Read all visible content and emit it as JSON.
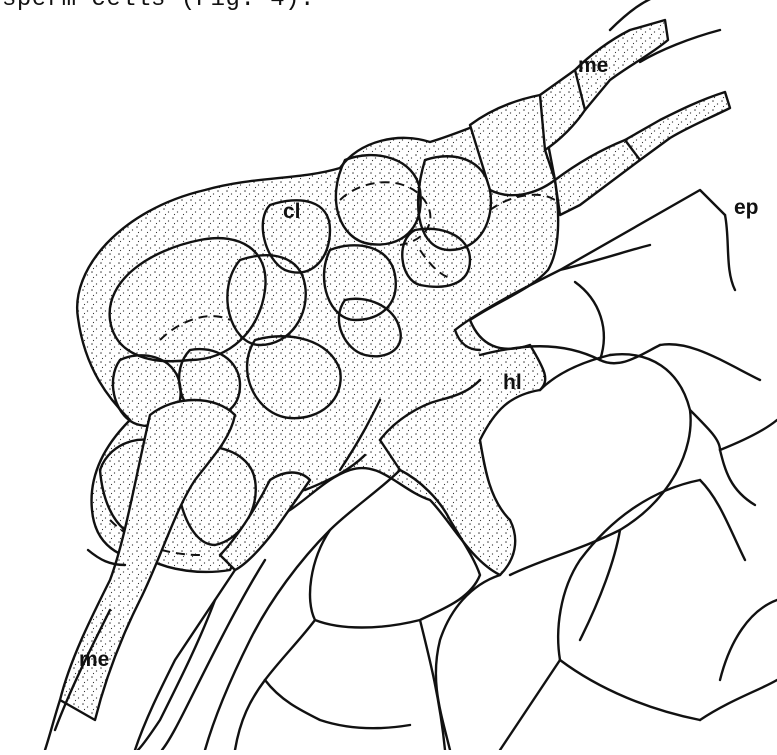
{
  "caption_fragment": "sperm cells (Fig. 4).",
  "labels": {
    "me_top": "me",
    "me_bottom": "me",
    "cl": "cl",
    "ep": "ep",
    "hl": "hl"
  }
}
